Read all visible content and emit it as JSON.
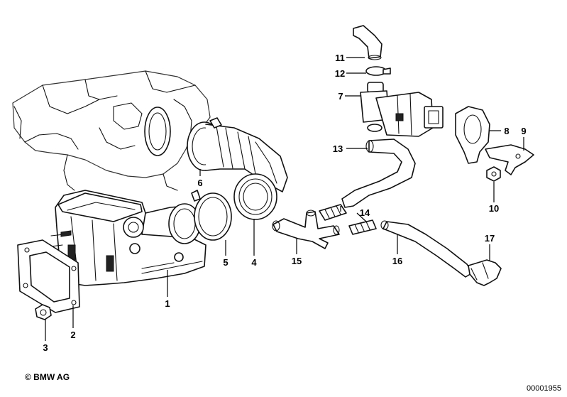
{
  "diagram": {
    "callouts": [
      {
        "id": "c1",
        "label": "1"
      },
      {
        "id": "c2",
        "label": "2"
      },
      {
        "id": "c3",
        "label": "3"
      },
      {
        "id": "c4",
        "label": "4"
      },
      {
        "id": "c5",
        "label": "5"
      },
      {
        "id": "c6",
        "label": "6"
      },
      {
        "id": "c7",
        "label": "7"
      },
      {
        "id": "c8",
        "label": "8"
      },
      {
        "id": "c9",
        "label": "9"
      },
      {
        "id": "c10",
        "label": "10"
      },
      {
        "id": "c11",
        "label": "11"
      },
      {
        "id": "c12",
        "label": "12"
      },
      {
        "id": "c13",
        "label": "13"
      },
      {
        "id": "c14",
        "label": "14"
      },
      {
        "id": "c15",
        "label": "15"
      },
      {
        "id": "c16",
        "label": "16"
      },
      {
        "id": "c17",
        "label": "17"
      }
    ]
  },
  "footer": {
    "copyright": "© BMW AG",
    "doc_number": "00001955"
  }
}
